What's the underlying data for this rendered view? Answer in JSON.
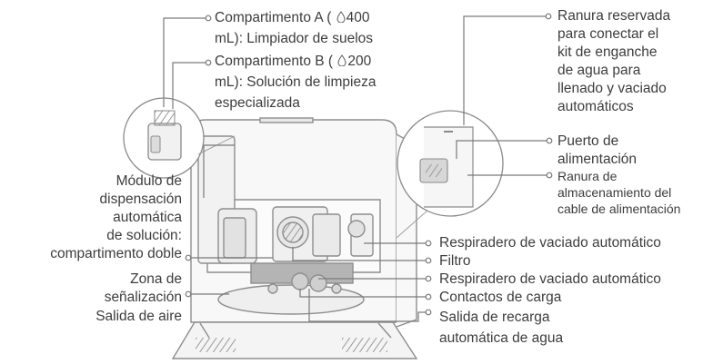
{
  "labels": {
    "comp_a_line1": "Compartimento A (",
    "comp_a_volume": "400",
    "comp_a_line2": "mL): Limpiador de suelos",
    "comp_b_line1": "Compartimento B (",
    "comp_b_volume": "200",
    "comp_b_line2": "mL): Solución de limpieza",
    "comp_b_line3": "especializada",
    "module_1": "Módulo de",
    "module_2": "dispensación",
    "module_3": "automática",
    "module_4": "de solución:",
    "module_5": "compartimento doble",
    "zona_1": "Zona de",
    "zona_2": "señalización",
    "salida_aire": "Salida de aire",
    "ranura_1": "Ranura reservada",
    "ranura_2": "para conectar el",
    "ranura_3": "kit de enganche",
    "ranura_4": "de agua para",
    "ranura_5": "llenado y vaciado",
    "ranura_6": "automáticos",
    "puerto_1": "Puerto de",
    "puerto_2": "alimentación",
    "cable_1": "Ranura de",
    "cable_2": "almacenamiento del",
    "cable_3": "cable de alimentación",
    "respiradero_1": "Respiradero de vaciado automático",
    "filtro": "Filtro",
    "respiradero_2": "Respiradero de vaciado automático",
    "contactos": "Contactos de carga",
    "recarga_1": "Salida de recarga",
    "recarga_2": "automática de agua"
  },
  "colors": {
    "line": "#7a7a7a",
    "text": "#3d3d3d",
    "device_fill": "#f7f7f7",
    "device_stroke": "#8c8c8c",
    "dark_part": "#9a9a9a"
  }
}
